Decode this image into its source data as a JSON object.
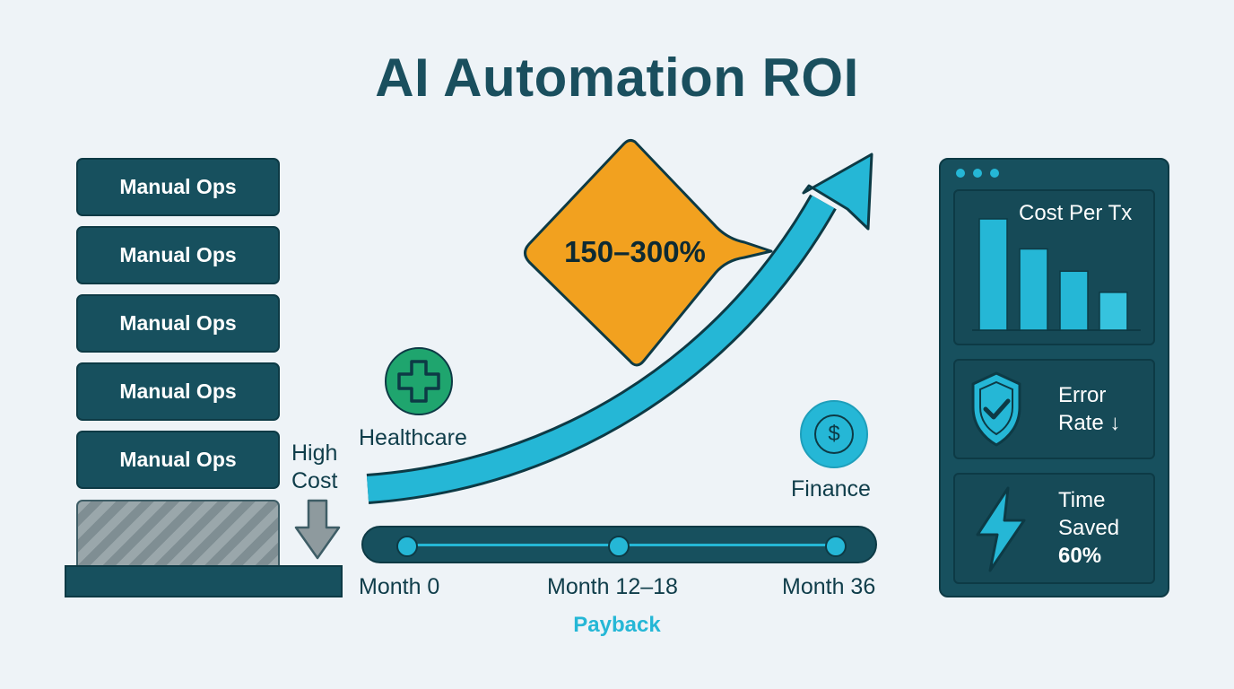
{
  "title": "AI Automation ROI",
  "stack": {
    "blocks": [
      "Manual Ops",
      "Manual Ops",
      "Manual Ops",
      "Manual Ops",
      "Manual Ops"
    ],
    "cost_label_line1": "High",
    "cost_label_line2": "Cost"
  },
  "roi_badge": "150–300%",
  "sectors": {
    "healthcare": "Healthcare",
    "finance": "Finance",
    "finance_symbol": "$"
  },
  "timeline": {
    "points": [
      "Month 0",
      "Month 12–18",
      "Month 36"
    ],
    "payback": "Payback"
  },
  "metrics": {
    "cost_title": "Cost Per Tx",
    "cost_bars": [
      1.0,
      0.73,
      0.53,
      0.34
    ],
    "error_line1": "Error",
    "error_line2": "Rate ↓",
    "time_line1": "Time",
    "time_line2": "Saved",
    "time_line3": "60%"
  },
  "colors": {
    "navy": "#17505e",
    "orange": "#f2a11f",
    "cyan": "#25b7d6",
    "green": "#1fa56e"
  }
}
